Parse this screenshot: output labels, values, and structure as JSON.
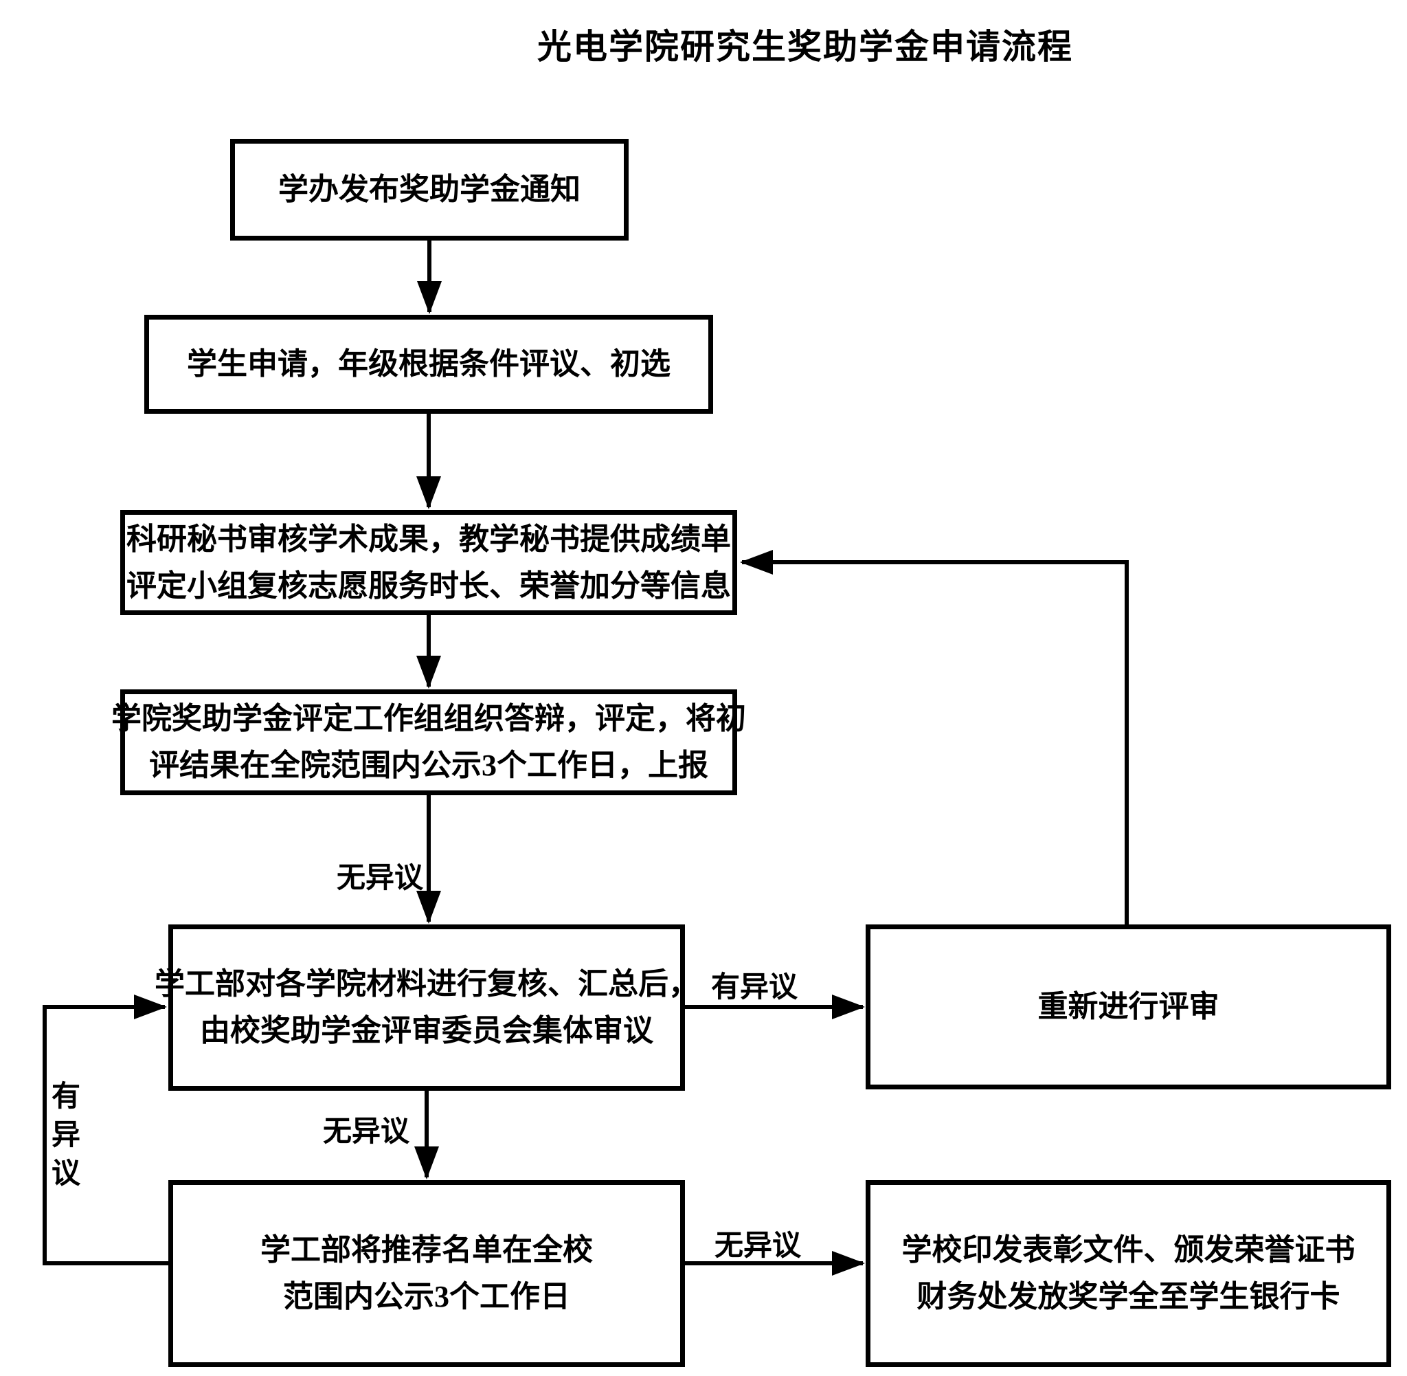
{
  "title": "光电学院研究生奖助学金申请流程",
  "nodes": [
    {
      "id": "publish-notice",
      "lines": [
        "学办发布奖助学金通知"
      ]
    },
    {
      "id": "student-apply",
      "lines": [
        "学生申请，年级根据条件评议、初选"
      ]
    },
    {
      "id": "secretary-review",
      "lines": [
        "科研秘书审核学术成果，教学秘书提供成绩单",
        "评定小组复核志愿服务时长、荣誉加分等信息"
      ]
    },
    {
      "id": "college-evaluation",
      "lines": [
        "学院奖助学金评定工作组组织答辩，评定，将初",
        "评结果在全院范围内公示3个工作日，上报"
      ]
    },
    {
      "id": "university-review",
      "lines": [
        "学工部对各学院材料进行复核、汇总后，",
        "由校奖助学金评审委员会集体审议"
      ]
    },
    {
      "id": "re-evaluate",
      "lines": [
        "重新进行评审"
      ]
    },
    {
      "id": "school-publicity",
      "lines": [
        "学工部将推荐名单在全校",
        "范围内公示3个工作日"
      ]
    },
    {
      "id": "award-issuance",
      "lines": [
        "学校印发表彰文件、颁发荣誉证书",
        "财务处发放奖学全至学生银行卡"
      ]
    }
  ],
  "edge_labels": {
    "no_objection_college": "无异议",
    "objection_to_reevaluate": "有异议",
    "no_objection_university": "无异议",
    "no_objection_final": "无异议",
    "objection_loop_left": "有异议"
  },
  "colors": {
    "line": "#000000",
    "text": "#000000",
    "background": "#ffffff"
  }
}
